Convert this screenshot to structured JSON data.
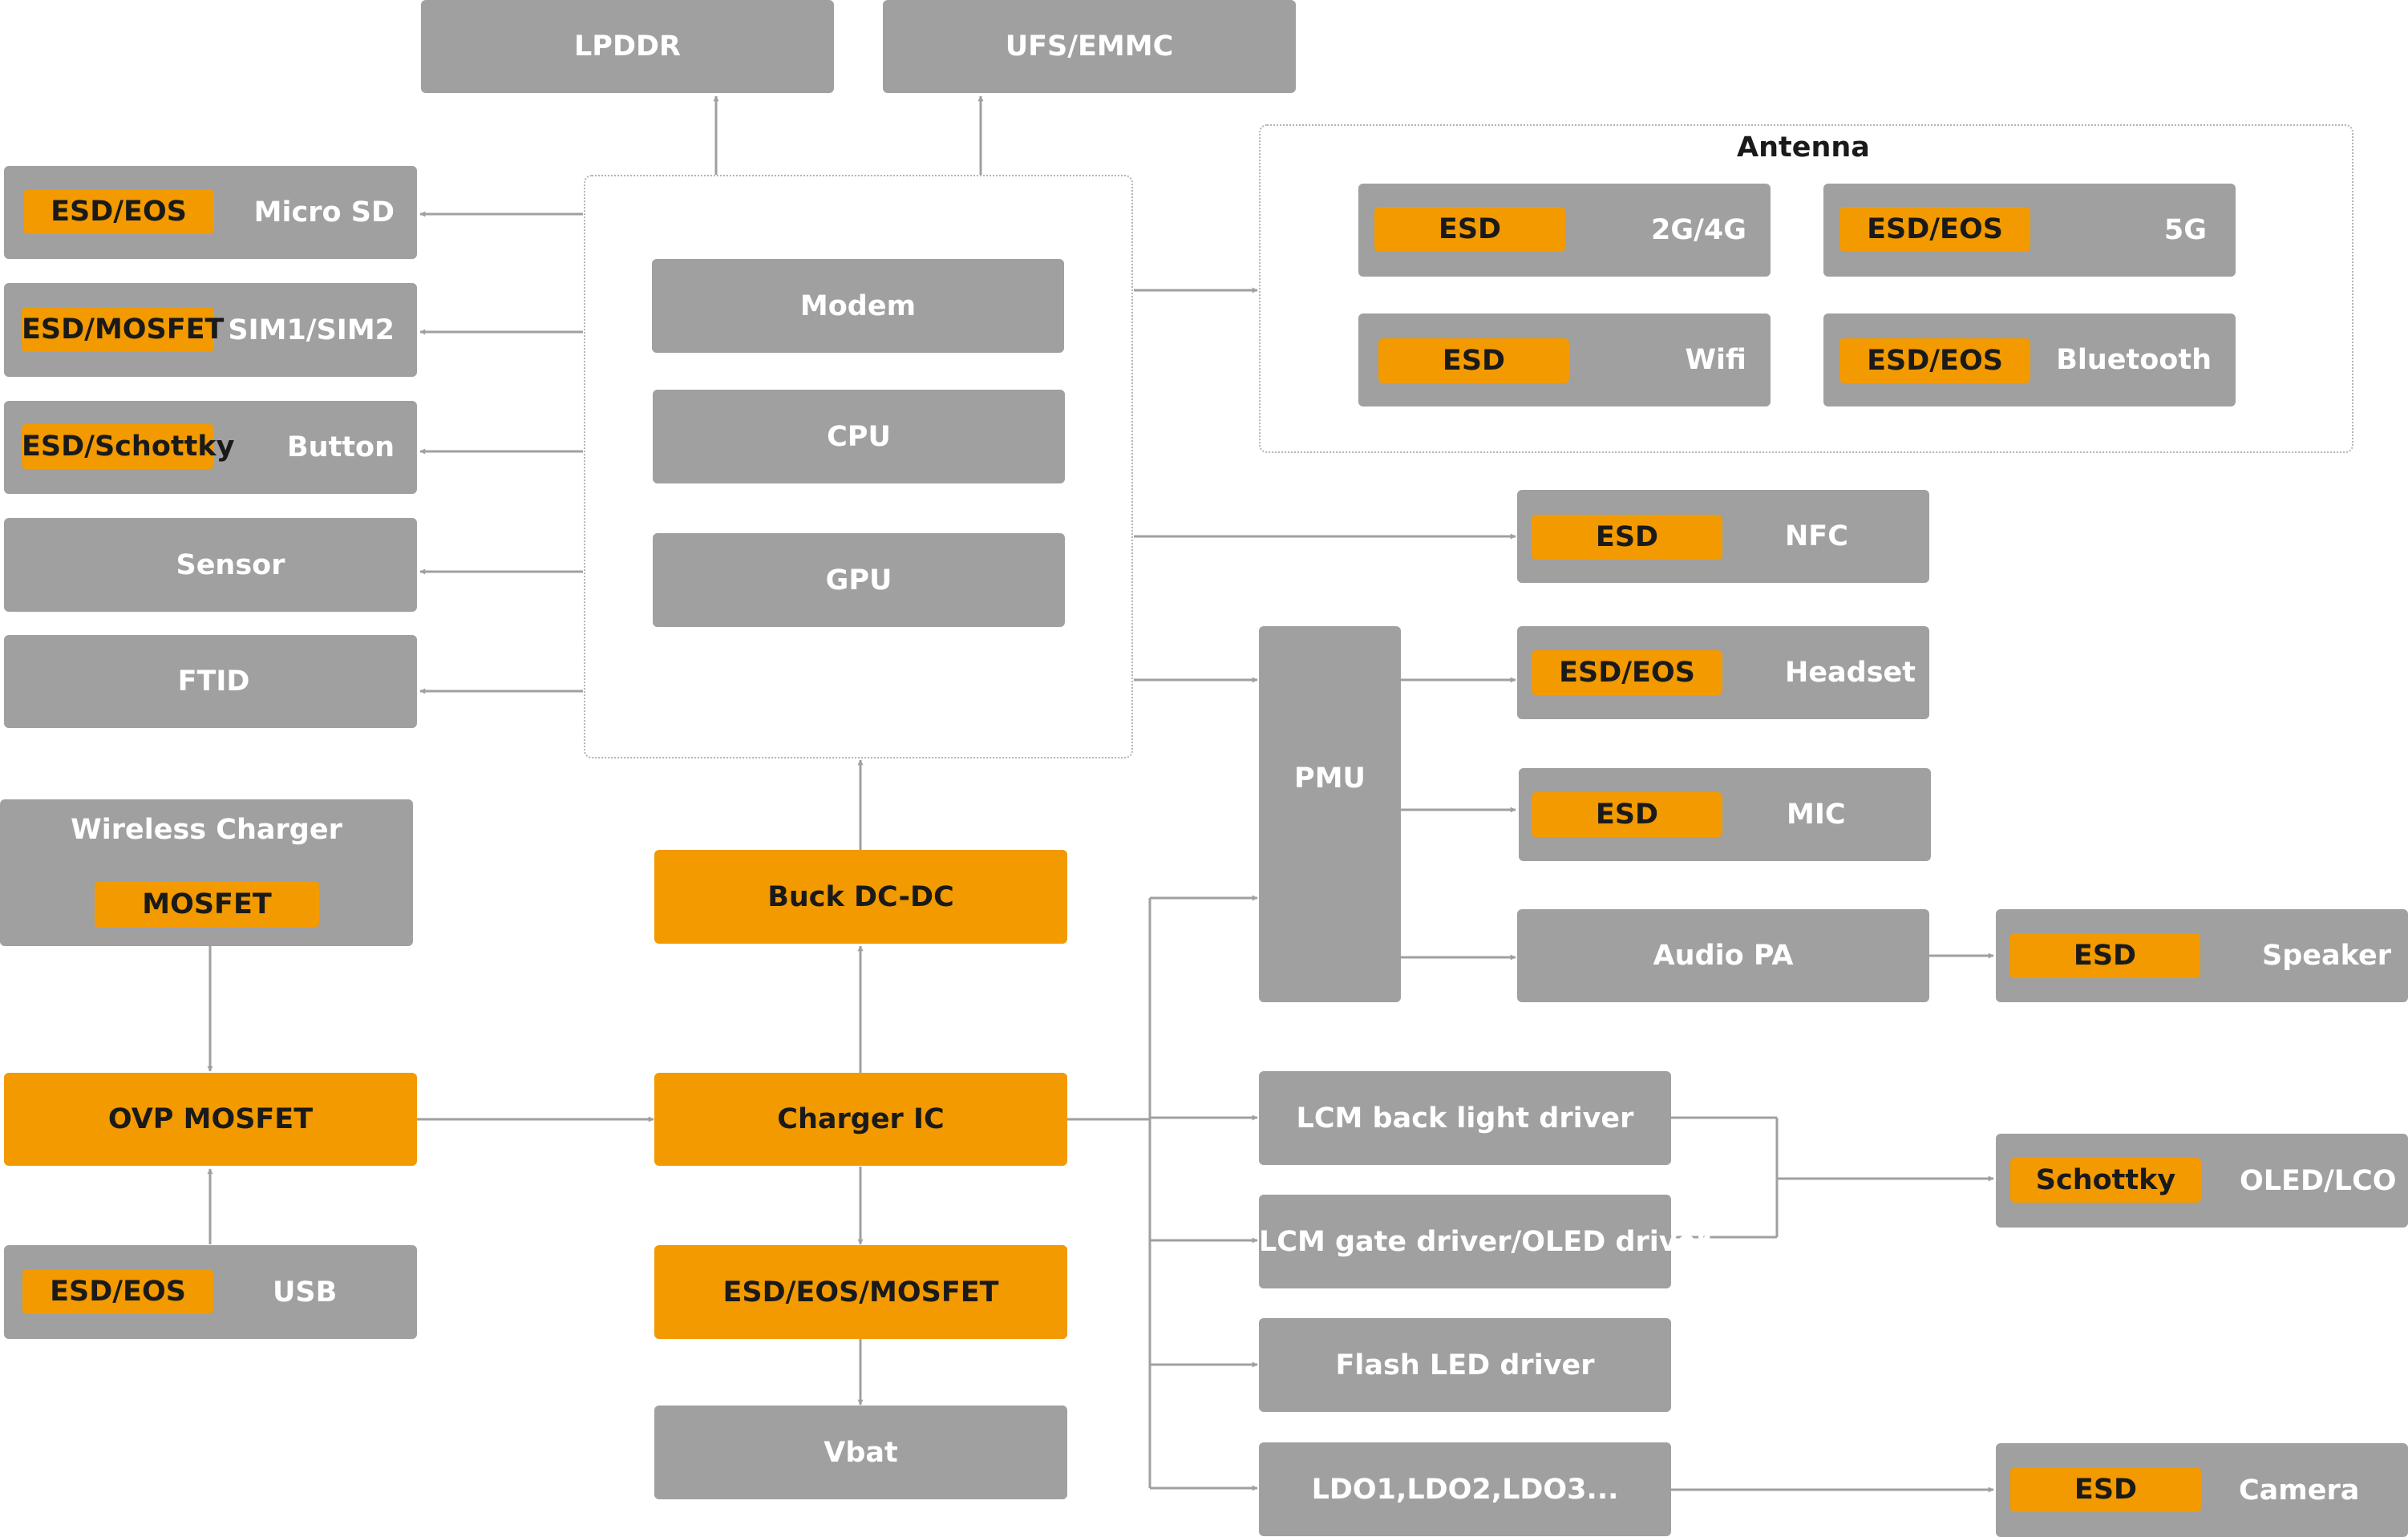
{
  "memory": {
    "lpddr": "LPDDR",
    "ufs": "UFS/EMMC"
  },
  "soc": {
    "modem": "Modem",
    "cpu": "CPU",
    "gpu": "GPU"
  },
  "left_peripherals": {
    "micro_sd": {
      "badge": "ESD/EOS",
      "label": "Micro SD"
    },
    "sim": {
      "badge": "ESD/MOSFET",
      "label": "SIM1/SIM2"
    },
    "button": {
      "badge": "ESD/Schottky",
      "label": "Button"
    },
    "sensor": {
      "label": "Sensor"
    },
    "ftid": {
      "label": "FTID"
    }
  },
  "antenna": {
    "title": "Antenna",
    "g24": {
      "badge": "ESD",
      "label": "2G/4G"
    },
    "g5": {
      "badge": "ESD/EOS",
      "label": "5G"
    },
    "wifi": {
      "badge": "ESD",
      "label": "Wifi"
    },
    "bluetooth": {
      "badge": "ESD/EOS",
      "label": "Bluetooth"
    }
  },
  "nfc": {
    "badge": "ESD",
    "label": "NFC"
  },
  "pmu": {
    "label": "PMU"
  },
  "headset": {
    "badge": "ESD/EOS",
    "label": "Headset"
  },
  "mic": {
    "badge": "ESD",
    "label": "MIC"
  },
  "audio_pa": {
    "label": "Audio PA"
  },
  "speaker": {
    "badge": "ESD",
    "label": "Speaker"
  },
  "power": {
    "wireless_charger": {
      "label": "Wireless Charger",
      "badge": "MOSFET"
    },
    "ovp_mosfet": "OVP MOSFET",
    "usb": {
      "badge": "ESD/EOS",
      "label": "USB"
    },
    "buck": "Buck DC-DC",
    "charger_ic": "Charger IC",
    "esd_eos_mosfet": "ESD/EOS/MOSFET",
    "vbat": "Vbat"
  },
  "drivers": {
    "lcm_backlight": "LCM back light driver",
    "lcm_gate": "LCM gate driver/OLED driver",
    "flash_led": "Flash LED driver",
    "ldo": "LDO1,LDO2,LDO3..."
  },
  "oled": {
    "badge": "Schottky",
    "label": "OLED/LCO"
  },
  "camera": {
    "badge": "ESD",
    "label": "Camera"
  },
  "colors": {
    "gray_block": "#9fa09f",
    "orange_block": "#f29a00",
    "line": "#9fa09f",
    "dotted_border": "#b4b4b4"
  }
}
